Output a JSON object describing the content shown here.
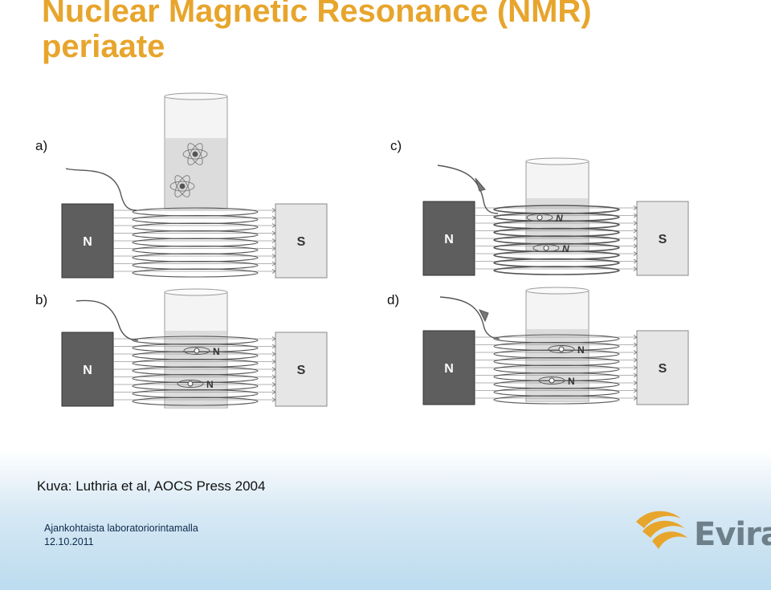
{
  "slide": {
    "title_line1": "Nuclear Magnetic Resonance (NMR)",
    "title_line2": "periaate",
    "caption": "Kuva: Luthria et al, AOCS Press 2004",
    "footer_line1": "Ajankohtaista laboratoriorintamalla",
    "footer_line2": "12.10.2011"
  },
  "panels": {
    "a": "a)",
    "b": "b)",
    "c": "c)",
    "d": "d)",
    "magnet_north": "N",
    "magnet_south": "S",
    "spin_label": "N"
  },
  "logo": {
    "name": "Evira",
    "accent_color": "#e7a52c",
    "text_color": "#6d7f88"
  },
  "colors": {
    "title": "#e7a52c",
    "magnet_north": "#5e5e5e",
    "magnet_south": "#e6e6e6",
    "footer_band": "#bcdcef"
  }
}
